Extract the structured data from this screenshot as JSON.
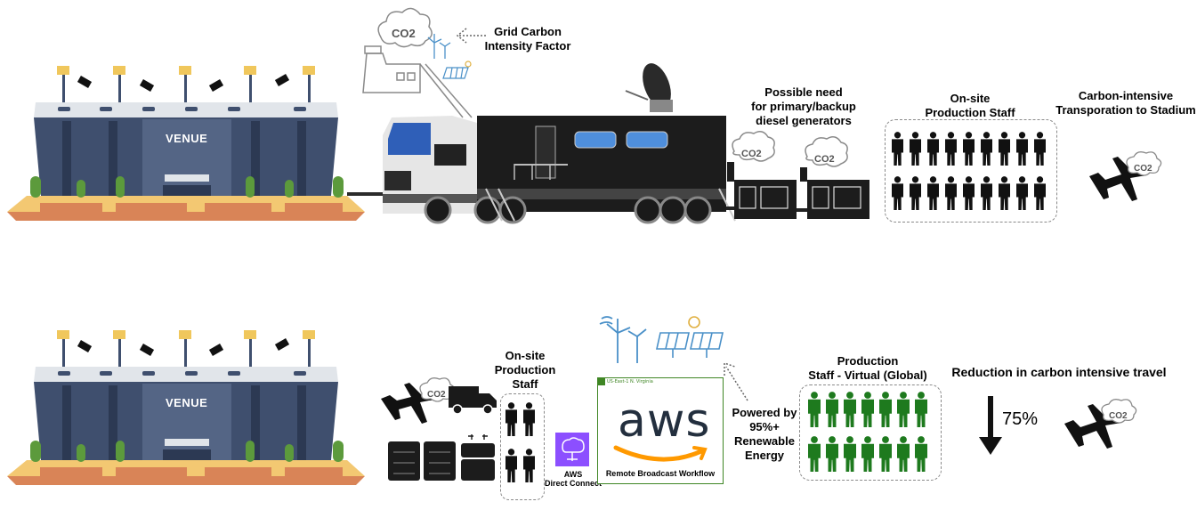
{
  "top": {
    "venue_label": "VENUE",
    "grid_carbon_label": [
      "Grid Carbon",
      "Intensity Factor"
    ],
    "diesel_label": [
      "Possible need",
      "for primary/backup",
      "diesel generators"
    ],
    "onsite_staff_label": [
      "On-site",
      "Production Staff"
    ],
    "transport_label": [
      "Carbon-intensive",
      "Transporation to Stadium"
    ],
    "co2_text": "CO2",
    "staff_count": 18
  },
  "bottom": {
    "venue_label": "VENUE",
    "onsite_staff_label": [
      "On-site",
      "Production",
      "Staff"
    ],
    "direct_connect_label": [
      "AWS",
      "Direct Connect"
    ],
    "aws_region": "US-East-1 N. Virginia",
    "aws_logo_text": "aws",
    "workflow_label": "Remote Broadcast Workflow",
    "powered_label": [
      "Powered by",
      "95%+",
      "Renewable",
      "Energy"
    ],
    "virtual_staff_label": [
      "Production",
      "Staff - Virtual (Global)"
    ],
    "reduction_title": "Reduction in carbon intensive travel",
    "reduction_value": "75%",
    "co2_text": "CO2",
    "staff_count": 14
  },
  "icons": [
    "stadium-icon",
    "truck-icon",
    "satellite-dish-icon",
    "factory-icon",
    "wind-turbine-icon",
    "solar-panel-icon",
    "generator-icon",
    "person-icon",
    "airplane-icon",
    "delivery-truck-icon",
    "server-icon",
    "direct-connect-icon",
    "aws-logo",
    "down-arrow-icon"
  ],
  "colors": {
    "stadium_blue": "#3f4f6e",
    "stadium_roof": "#e1e5ea",
    "sand": "#f3c872",
    "orange_field": "#d98457",
    "green_staff": "#1e7a1e",
    "aws_green": "#3f8624",
    "aws_orange": "#ff9900",
    "direct_connect_purple": "#8c4fff"
  }
}
